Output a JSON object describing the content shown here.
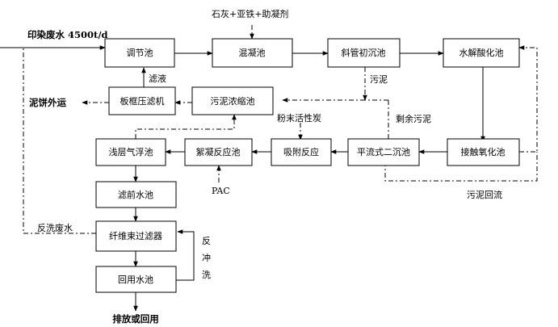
{
  "inputs": {
    "wastewater": "印染废水 4500t/d",
    "chemicals": "石灰+亚铁+助凝剂",
    "pac": "PAC",
    "powder_carbon": "粉末活性炭"
  },
  "units": {
    "regulating_tank": "调节池",
    "coagulation_tank": "混凝池",
    "inclined_tube_settler": "斜管初沉池",
    "hydrolysis_tank": "水解酸化池",
    "contact_oxidation_tank": "接触氧化池",
    "advection_clarifier": "平流式二沉池",
    "adsorption_reactor": "吸附反应",
    "flocculation_reactor": "絮凝反应池",
    "shallow_air_flotation": "浅层气浮池",
    "prefilter_tank": "滤前水池",
    "fiber_bundle_filter": "纤维束过滤器",
    "reuse_tank": "回用水池",
    "sludge_thickener": "污泥浓缩池",
    "filter_press": "板框压滤机"
  },
  "labels": {
    "filtrate": "滤液",
    "sludge": "污泥",
    "excess_sludge": "剩余污泥",
    "sludge_return": "污泥回流",
    "sludge_cake_out": "泥饼外运",
    "backwash_water": "反洗废水",
    "backwash_1": "反",
    "backwash_2": "冲",
    "backwash_3": "洗",
    "discharge_reuse": "排放或回用"
  }
}
